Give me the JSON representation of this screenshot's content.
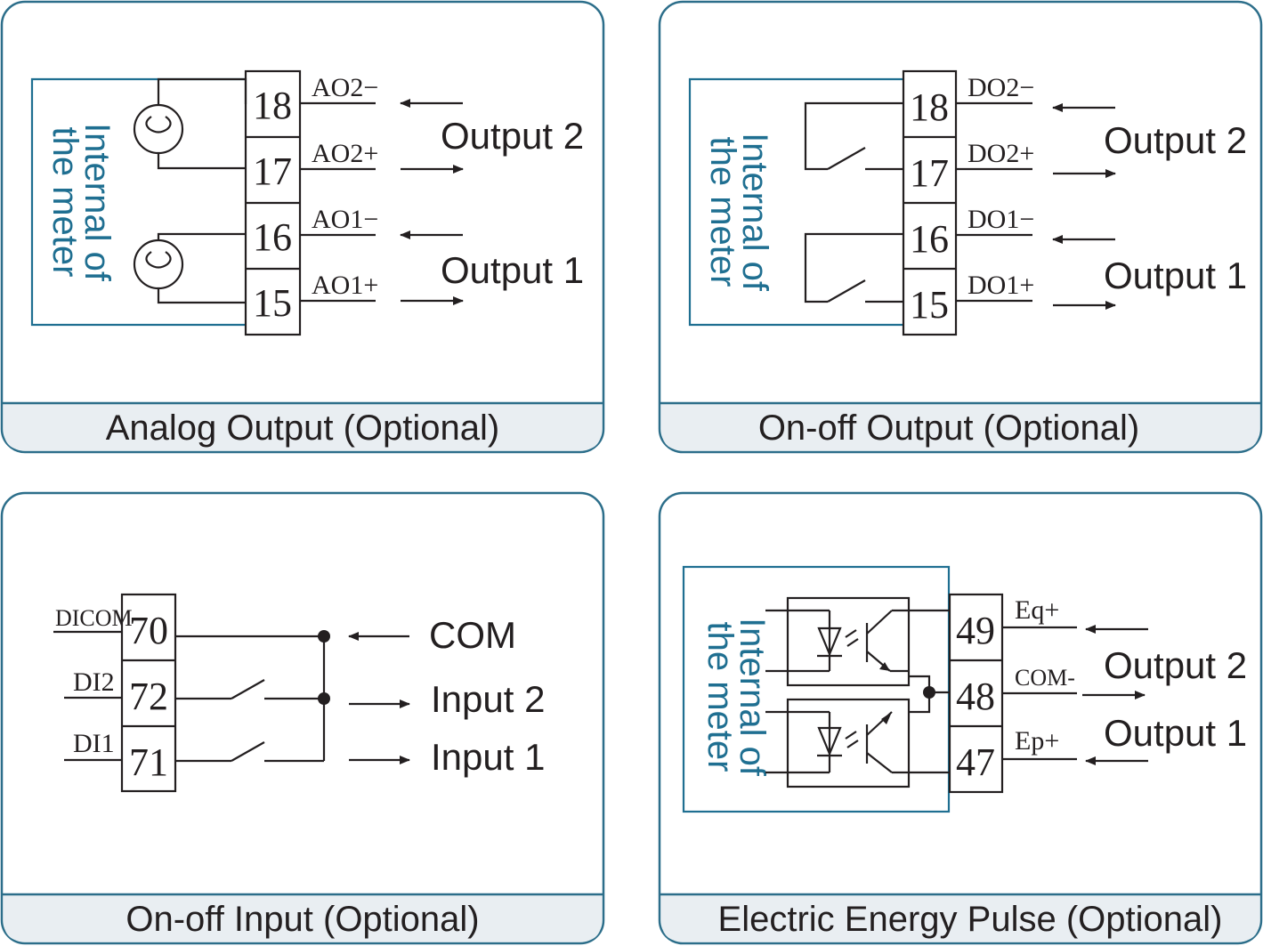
{
  "panels": {
    "analog_output": {
      "caption": "Analog Output (Optional)",
      "meter_line1": "Internal of",
      "meter_line2": "the meter",
      "terminals": [
        "18",
        "17",
        "16",
        "15"
      ],
      "signals": [
        "AO2−",
        "AO2+",
        "AO1−",
        "AO1+"
      ],
      "output2": "Output 2",
      "output1": "Output 1"
    },
    "onoff_output": {
      "caption": "On-off Output (Optional)",
      "meter_line1": "Internal of",
      "meter_line2": "the meter",
      "terminals": [
        "18",
        "17",
        "16",
        "15"
      ],
      "signals": [
        "DO2−",
        "DO2+",
        "DO1−",
        "DO1+"
      ],
      "output2": "Output 2",
      "output1": "Output 1"
    },
    "onoff_input": {
      "caption": "On-off Input (Optional)",
      "terminals": [
        "70",
        "72",
        "71"
      ],
      "signals": [
        "DICOM",
        "DI2",
        "DI1"
      ],
      "com": "COM",
      "input2": "Input 2",
      "input1": "Input 1"
    },
    "energy_pulse": {
      "caption": "Electric Energy Pulse (Optional)",
      "meter_line1": "Internal of",
      "meter_line2": "the meter",
      "terminals": [
        "49",
        "48",
        "47"
      ],
      "signals": [
        "Eq+",
        "COM-",
        "Ep+"
      ],
      "output2": "Output 2",
      "output1": "Output 1"
    }
  },
  "colors": {
    "frame": "#2c6e8a",
    "meter_text": "#1f6f91",
    "caption_bg": "#e9eef2",
    "ink": "#231f20"
  }
}
